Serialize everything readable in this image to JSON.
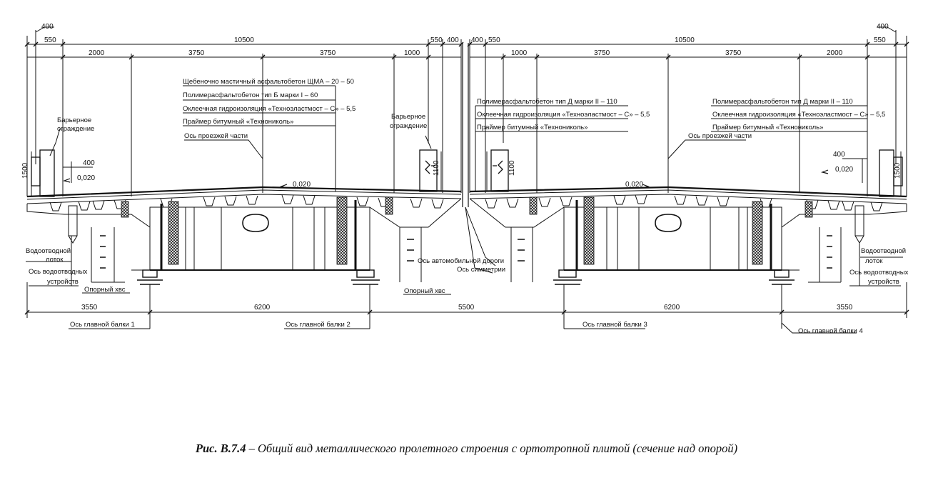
{
  "figure": {
    "caption_number": "Рис. В.7.4",
    "caption_text": " – Общий вид металлического пролетного строения с ортотропной плитой (сечение над опорой)"
  },
  "dimensions": {
    "top": {
      "left_400": "400",
      "left_550": "550",
      "left_10500": "10500",
      "left_2000": "2000",
      "left_3750a": "3750",
      "left_3750b": "3750",
      "left_1000": "1000",
      "left_550b": "550",
      "left_400b": "400",
      "right_400a": "400",
      "right_550a": "550",
      "right_10500": "10500",
      "right_1000": "1000",
      "right_3750a": "3750",
      "right_3750b": "3750",
      "right_2000": "2000",
      "right_550": "550",
      "right_400": "400"
    },
    "vertical": {
      "left_1500": "1500",
      "left_1100": "1100",
      "right_1100": "1100",
      "right_1500": "1500"
    },
    "small": {
      "left_400": "400",
      "right_400": "400"
    },
    "slopes": {
      "s1": "0,020",
      "s2": "0,020",
      "s3": "0,020",
      "s4": "0,020"
    },
    "bottom": {
      "b1": "3550",
      "b2": "6200",
      "b3": "5500",
      "b4": "6200",
      "b5": "3550"
    }
  },
  "labels": {
    "layers_left": [
      "Щебеночно мастичный асфальтобетон ЩМА – 20 – 50",
      "Полимерасфальтобетон тип Б марки I          – 60",
      "Оклеечная гидроизоляция «Техноэластмост – С» – 5,5",
      "Праймер битумный                  «Технониколь»"
    ],
    "layers_right_mid": [
      "Полимерасфальтобетон тип Д марки II          – 110",
      "Оклеечная гидроизоляция «Техноэластмост – С» – 5,5",
      "Праймер битумный          «Технониколь»"
    ],
    "layers_right": [
      "Полимерасфальтобетон тип Д марки II          – 110",
      "Оклеечная гидроизоляция «Техноэластмост – С» – 5,5",
      "Праймер битумный          «Технониколь»"
    ],
    "barrier_left": [
      "Барьерное",
      "ограждение"
    ],
    "barrier_mid": [
      "Барьерное",
      "ограждение"
    ],
    "axis_left": "Ось проезжей части",
    "axis_right": "Ось проезжей части",
    "drain_left": [
      "Водоотводной",
      "лоток"
    ],
    "drain_dev_left": [
      "Ось водоотводных",
      "устройств"
    ],
    "drain_right": [
      "Водоотводной",
      "лоток"
    ],
    "drain_dev_right": [
      "Ось водоотводных",
      "устройств"
    ],
    "support_left": "Опорный хвс",
    "support_mid": "Опорный хвс",
    "road_axis": "Ось автомобильной дороги",
    "sym_axis": "Ось симметрии",
    "beam1": "Ось главной балки 1",
    "beam2": "Ось главной балки 2",
    "beam3": "Ось главной балки 3",
    "beam4": "Ось главной балки 4"
  }
}
